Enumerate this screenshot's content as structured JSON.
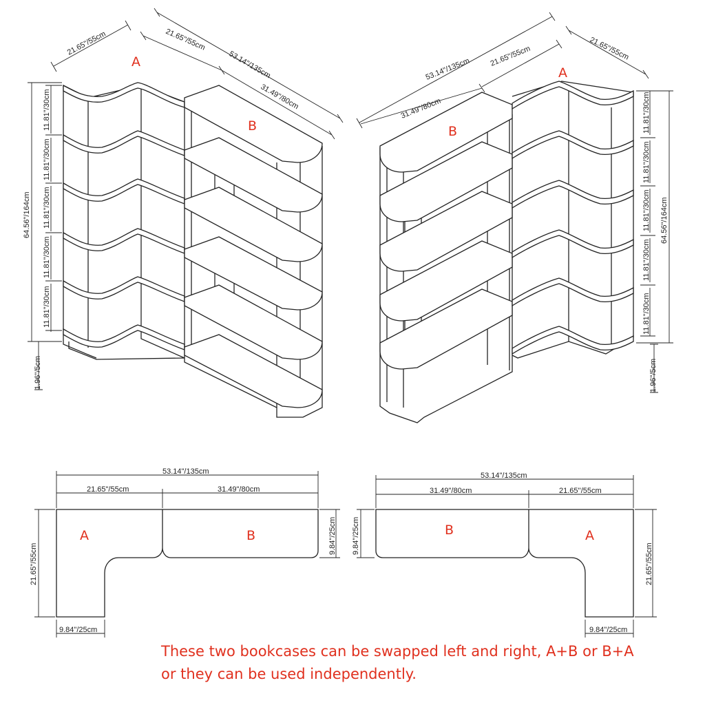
{
  "labels": {
    "a": "A",
    "b": "B"
  },
  "dims": {
    "depth_55": "21.65\"/55cm",
    "depth_55_alt": "21.65''/55cm",
    "total_135": "53.14\"/135cm",
    "width_80": "31.49\"/80cm",
    "height_164": "64.56\"/164cm",
    "shelf_30": "11.81\"/30cm",
    "base_5": "1.96\"/5cm",
    "arm_25": "9.84\"/25cm"
  },
  "note": {
    "line1": "These two bookcases can be swapped left and right, A+B or B+A",
    "line2": "or they can be used independently."
  },
  "colors": {
    "accent": "#e0301e",
    "line": "#222222"
  }
}
